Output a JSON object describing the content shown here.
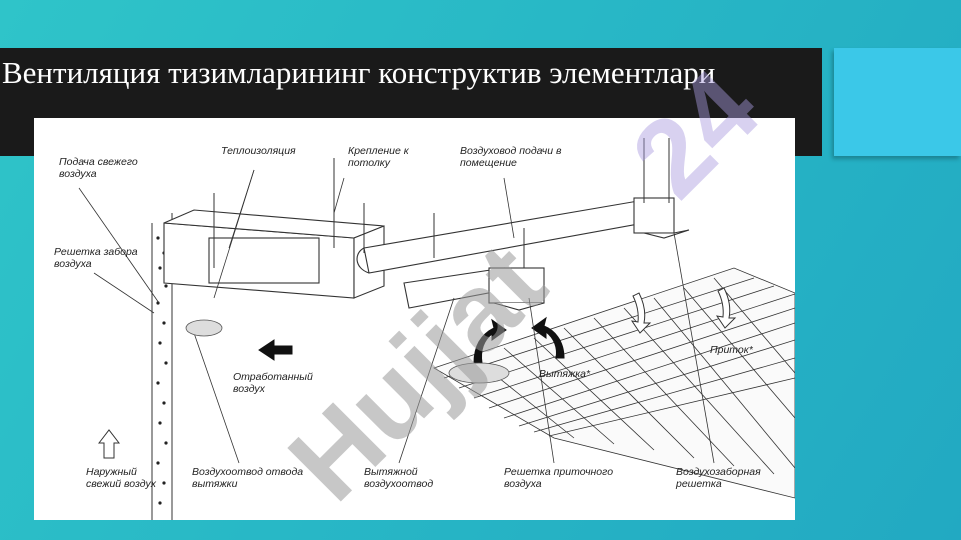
{
  "slide": {
    "title": "Вентиляция тизимларининг конструктив элементлари"
  },
  "diagram": {
    "labels": {
      "fresh_air_supply": "Подача свежего\nвоздуха",
      "thermal_insulation": "Теплоизоляция",
      "ceiling_mount": "Крепление к\nпотолку",
      "room_supply_duct": "Воздуховод подачи в\nпомещение",
      "intake_grille": "Решетка забора\nвоздуха",
      "exhaust_air": "Отработанный\nвоздух",
      "outdoor_fresh_air": "Наружный\nсвежий воздух",
      "exhaust_outlet_duct": "Воздухоотвод  отвода\nвытяжки",
      "extract_duct": "Вытяжной\nвоздухоотвод",
      "supply_grille": "Решетка  приточного\nвоздуха",
      "air_intake_grille": "Воздухозаборная\nрешетка",
      "supply": "Приток*",
      "extract": "Вытяжка*"
    },
    "watermark": "Hujjat24"
  },
  "colors": {
    "background": "#2bbcc6",
    "title_bar": "#1a1a1a",
    "accent": "#3bc8e8",
    "watermark_gray": "#9a9a9a",
    "watermark_purple": "#a99be0"
  }
}
